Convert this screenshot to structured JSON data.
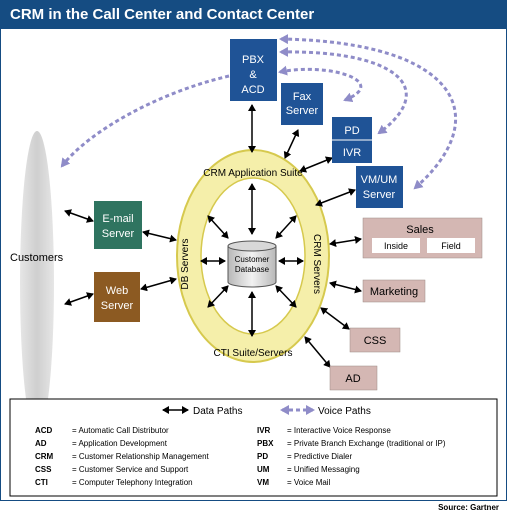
{
  "title": "CRM in the Call Center and Contact Center",
  "source": "Source: Gartner",
  "colors": {
    "title_bg": "#154c82",
    "blue_box": "#1f5396",
    "green_box": "#2f7460",
    "brown_box": "#8c5a22",
    "pink_box": "#d4b7b3",
    "ring_fill": "#f5efaa",
    "ring_stroke": "#d6c94e",
    "voice_path": "#8f8cc8",
    "customers_fill": "#d6d6d6"
  },
  "nodes": {
    "customers": "Customers",
    "pbx_line1": "PBX",
    "pbx_line2": "&",
    "pbx_line3": "ACD",
    "fax_line1": "Fax",
    "fax_line2": "Server",
    "pd": "PD",
    "ivr": "IVR",
    "vmum_line1": "VM/UM",
    "vmum_line2": "Server",
    "email_line1": "E-mail",
    "email_line2": "Server",
    "web_line1": "Web",
    "web_line2": "Server",
    "sales": "Sales",
    "inside": "Inside",
    "field": "Field",
    "marketing": "Marketing",
    "css": "CSS",
    "ad": "AD",
    "db_line1": "Customer",
    "db_line2": "Database"
  },
  "ring_labels": {
    "top": "CRM Application Suite",
    "bottom": "CTI Suite/Servers",
    "left": "DB Servers",
    "right": "CRM Servers"
  },
  "legend": {
    "data_paths": "Data Paths",
    "voice_paths": "Voice Paths",
    "left_column": [
      {
        "abbr": "ACD",
        "def": "= Automatic Call Distributor"
      },
      {
        "abbr": "AD",
        "def": "= Application Development"
      },
      {
        "abbr": "CRM",
        "def": "= Customer Relationship Management"
      },
      {
        "abbr": "CSS",
        "def": "= Customer Service and Support"
      },
      {
        "abbr": "CTI",
        "def": "= Computer Telephony Integration"
      }
    ],
    "right_column": [
      {
        "abbr": "IVR",
        "def": "= Interactive Voice Response"
      },
      {
        "abbr": "PBX",
        "def": "= Private Branch Exchange (traditional or IP)"
      },
      {
        "abbr": "PD",
        "def": "= Predictive Dialer"
      },
      {
        "abbr": "UM",
        "def": "= Unified Messaging"
      },
      {
        "abbr": "VM",
        "def": "= Voice Mail"
      }
    ]
  }
}
